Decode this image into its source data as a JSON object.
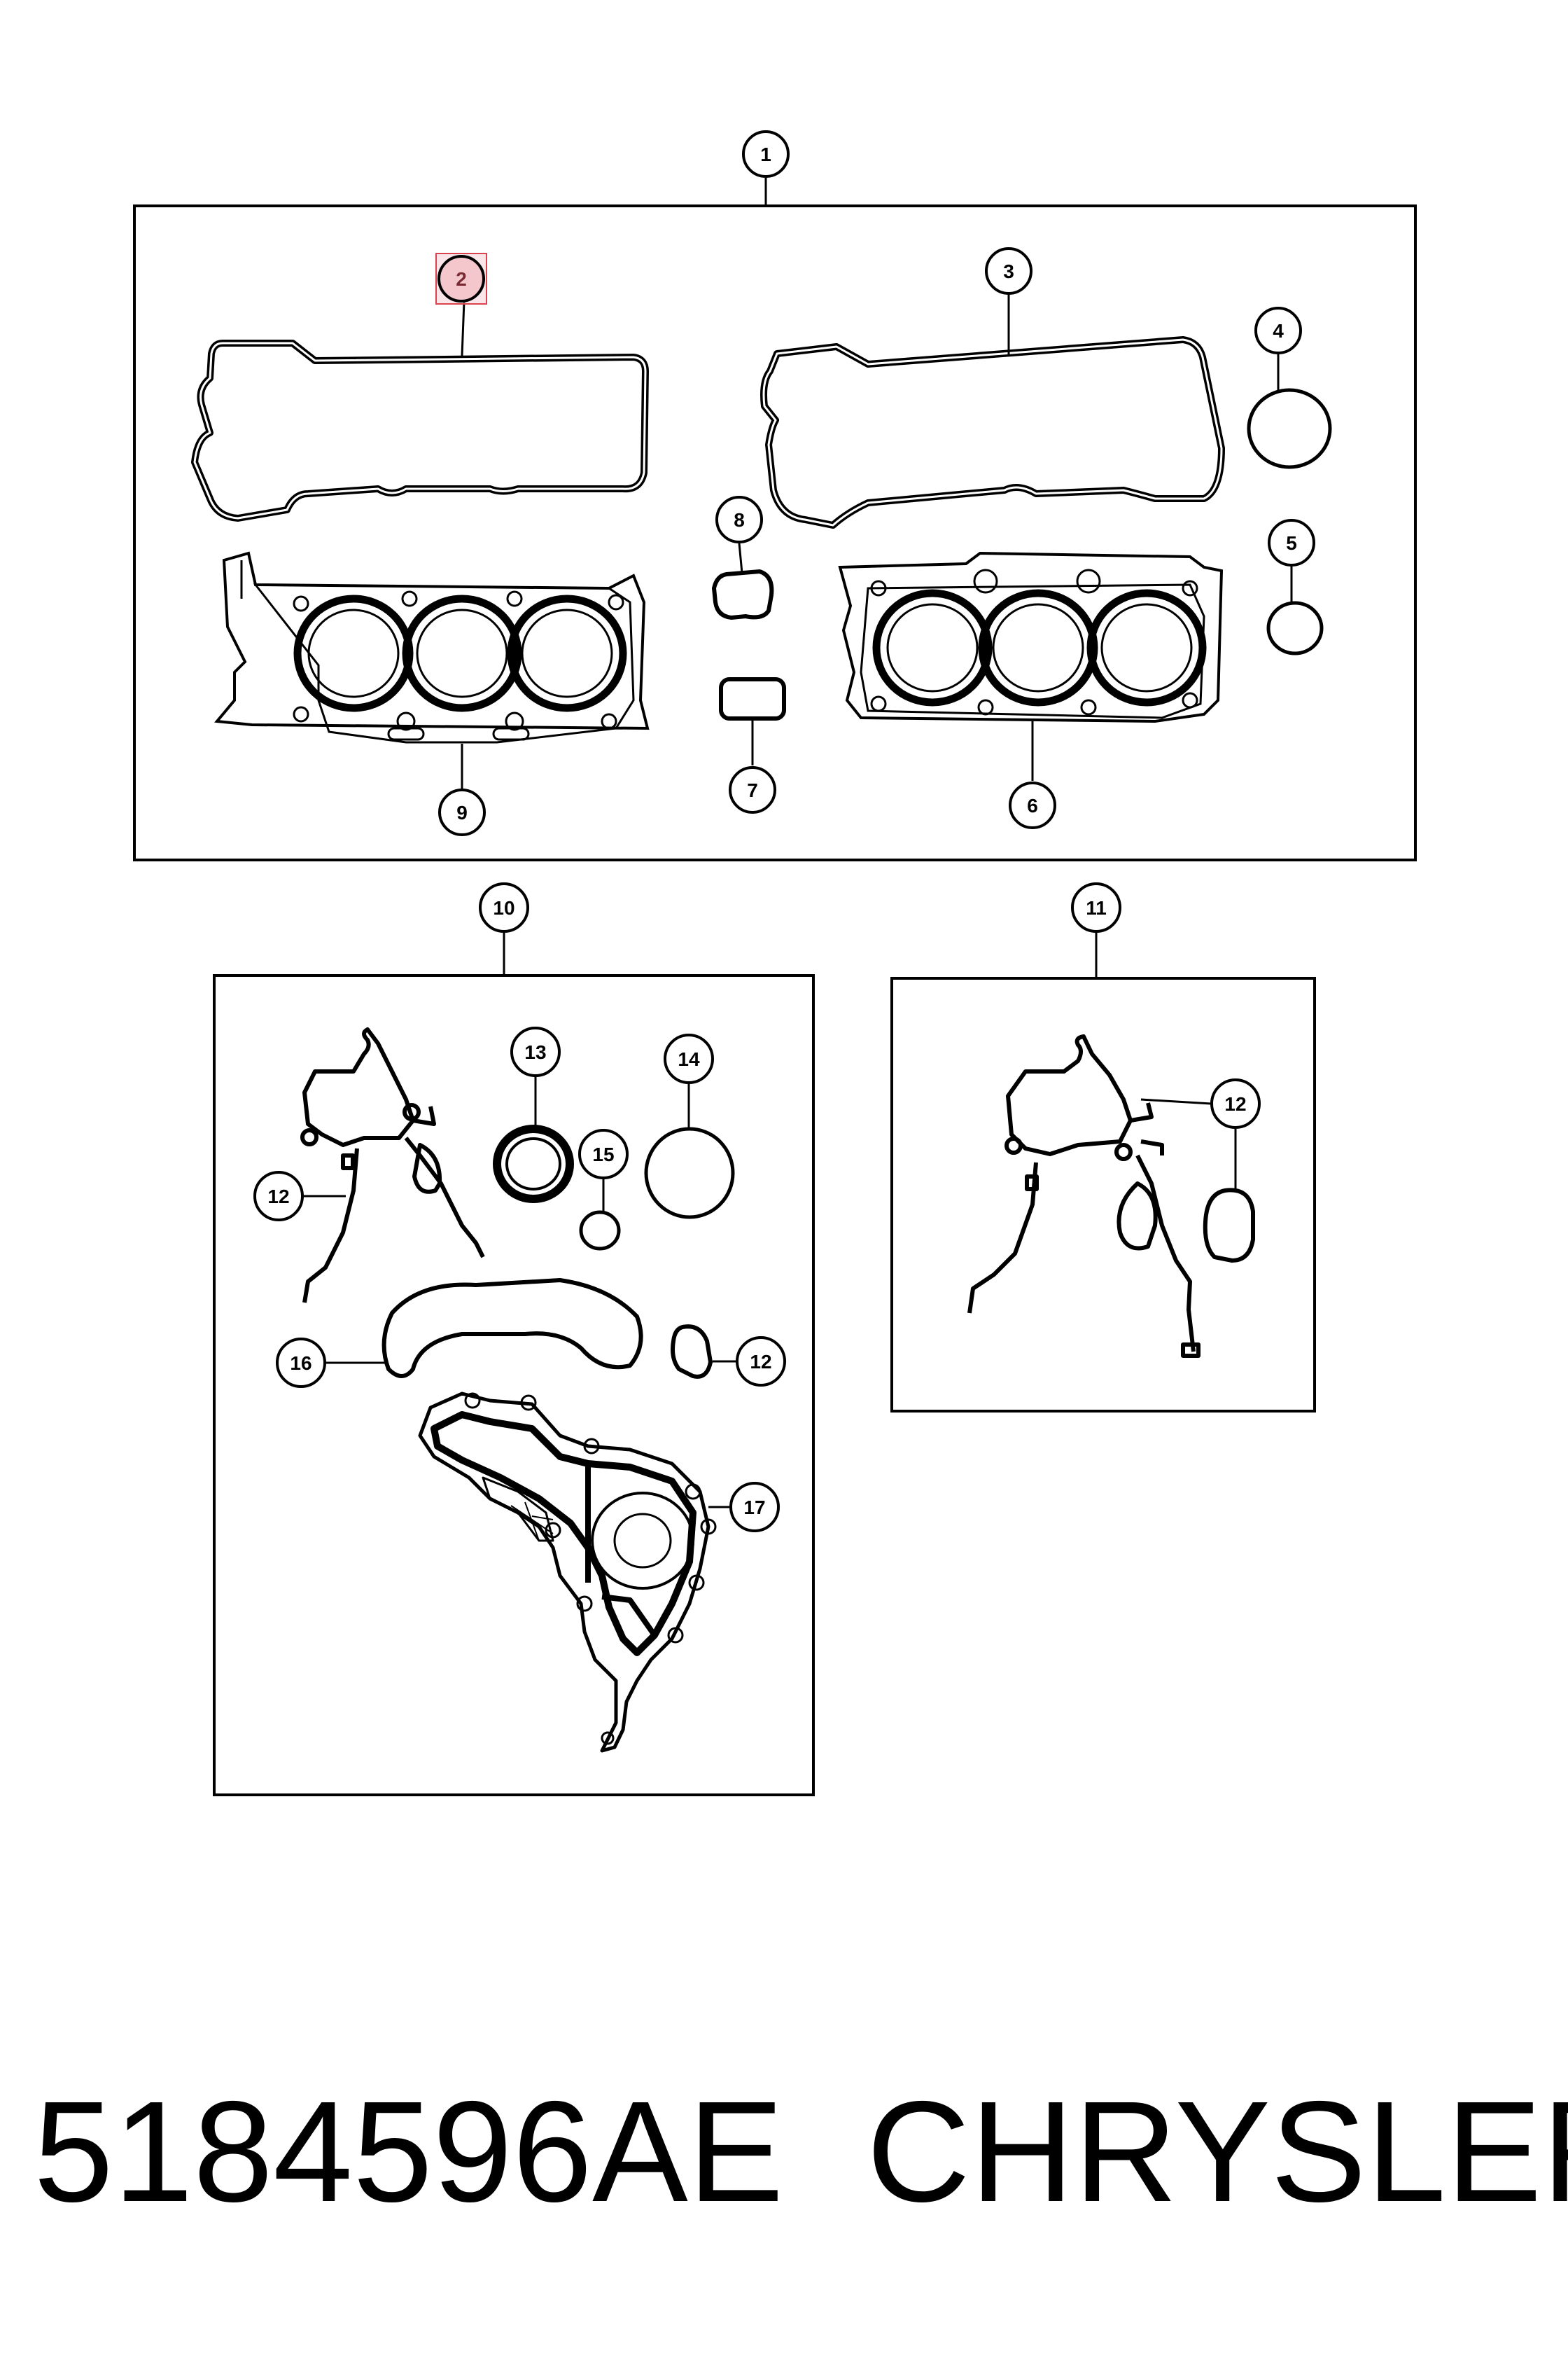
{
  "callouts": [
    {
      "id": "c1",
      "label": "1"
    },
    {
      "id": "c2",
      "label": "2",
      "highlighted": true
    },
    {
      "id": "c3",
      "label": "3"
    },
    {
      "id": "c4",
      "label": "4"
    },
    {
      "id": "c5",
      "label": "5"
    },
    {
      "id": "c6",
      "label": "6"
    },
    {
      "id": "c7",
      "label": "7"
    },
    {
      "id": "c8",
      "label": "8"
    },
    {
      "id": "c9",
      "label": "9"
    },
    {
      "id": "c10",
      "label": "10"
    },
    {
      "id": "c11",
      "label": "11"
    },
    {
      "id": "c12a",
      "label": "12"
    },
    {
      "id": "c12b",
      "label": "12"
    },
    {
      "id": "c12c",
      "label": "12"
    },
    {
      "id": "c13",
      "label": "13"
    },
    {
      "id": "c14",
      "label": "14"
    },
    {
      "id": "c15",
      "label": "15"
    },
    {
      "id": "c16",
      "label": "16"
    },
    {
      "id": "c17",
      "label": "17"
    }
  ],
  "footer": {
    "part_number": "5184596AE",
    "brand": "CHRYSLER"
  },
  "colors": {
    "line": "#000000",
    "highlight_fill": "#f4c7cc",
    "highlight_stroke": "#d9434f",
    "background": "#ffffff"
  }
}
